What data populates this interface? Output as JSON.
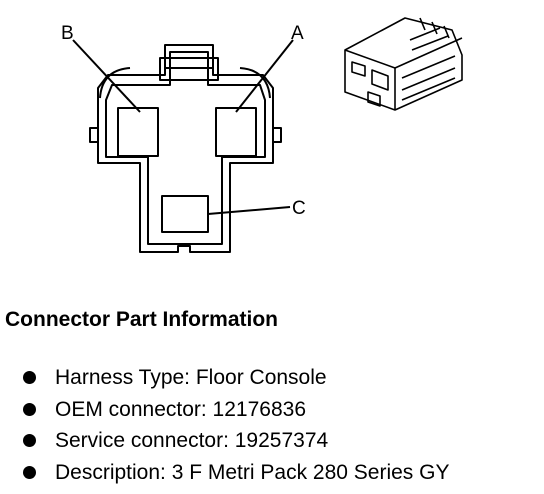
{
  "diagram": {
    "pins": [
      {
        "label": "A"
      },
      {
        "label": "B"
      },
      {
        "label": "C"
      }
    ]
  },
  "info": {
    "title": "Connector Part Information",
    "items": [
      "Harness Type: Floor Console",
      "OEM connector: 12176836",
      "Service connector: 19257374",
      "Description: 3 F Metri Pack 280 Series GY"
    ]
  }
}
